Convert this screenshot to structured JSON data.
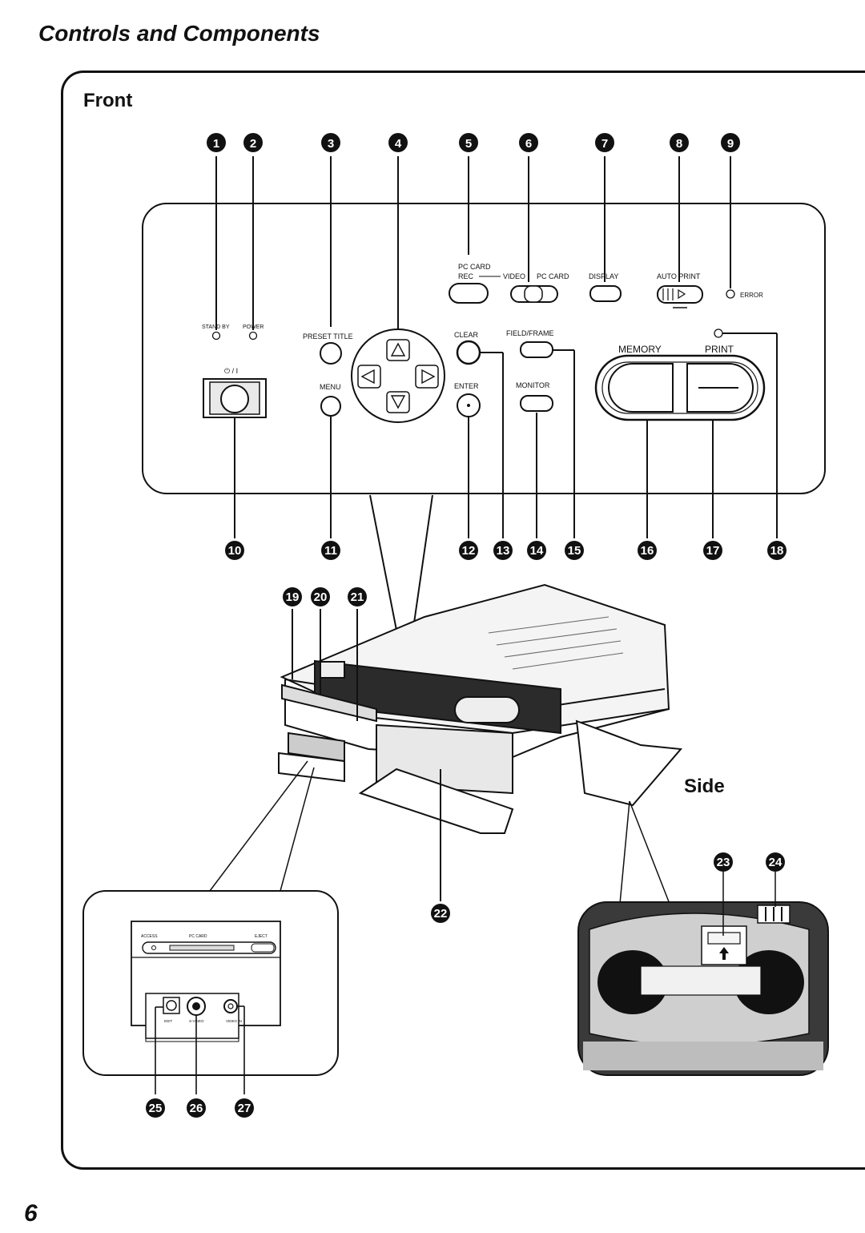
{
  "page": {
    "title": "Controls and Components",
    "page_number": "6",
    "section_front": "Front",
    "section_side": "Side"
  },
  "panel": {
    "stand_by": "STAND BY",
    "power": "POWER",
    "power_switch": "⏻ / I",
    "preset_title": "PRESET TITLE",
    "menu": "MENU",
    "pc_card": "PC CARD",
    "rec": "REC",
    "video": "VIDEO",
    "pc_card_2": "PC CARD",
    "display": "DISPLAY",
    "auto_print": "AUTO PRINT",
    "error": "ERROR",
    "clear": "CLEAR",
    "enter": "ENTER",
    "field_frame": "FIELD/FRAME",
    "monitor": "MONITOR",
    "memory": "MEMORY",
    "print": "PRINT"
  },
  "callouts": [
    "1",
    "2",
    "3",
    "4",
    "5",
    "6",
    "7",
    "8",
    "9",
    "10",
    "11",
    "12",
    "13",
    "14",
    "15",
    "16",
    "17",
    "18",
    "19",
    "20",
    "21",
    "22",
    "23",
    "24",
    "25",
    "26",
    "27"
  ],
  "inset": {
    "access": "ACCESS",
    "pc_card": "PC CARD",
    "eject": "EJECT",
    "edit": "EDIT",
    "s_video": "S-VIDEO",
    "video_in": "VIDEO IN"
  }
}
